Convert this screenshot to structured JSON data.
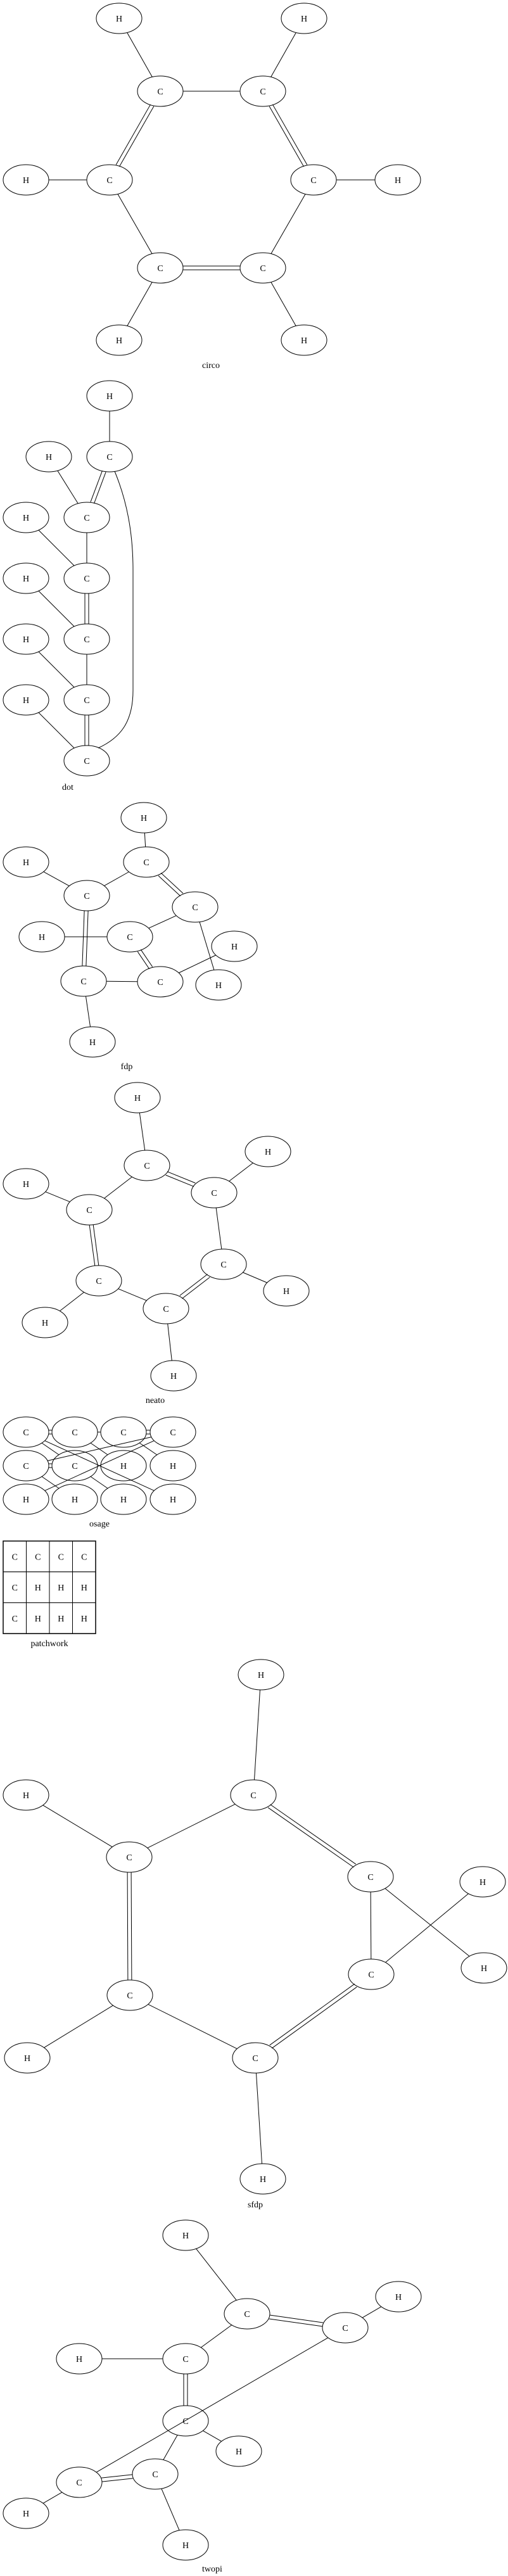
{
  "graphs": [
    {
      "label": "circo",
      "nodes": [
        "H",
        "H",
        "C",
        "C",
        "H",
        "C",
        "C",
        "H",
        "C",
        "C",
        "H",
        "H"
      ]
    },
    {
      "label": "dot",
      "nodes": [
        "H",
        "C",
        "H",
        "C",
        "H",
        "C",
        "H",
        "C",
        "H",
        "C",
        "H",
        "C"
      ]
    },
    {
      "label": "fdp",
      "nodes": [
        "H",
        "H",
        "C",
        "C",
        "C",
        "H",
        "C",
        "H",
        "C",
        "C",
        "H",
        "H"
      ]
    },
    {
      "label": "neato",
      "nodes": [
        "H",
        "C",
        "H",
        "C",
        "H",
        "C",
        "C",
        "H",
        "C",
        "C",
        "H",
        "H"
      ]
    },
    {
      "label": "osage",
      "nodes": [
        "C",
        "C",
        "C",
        "C",
        "C",
        "C",
        "H",
        "H",
        "H",
        "H",
        "H",
        "H"
      ]
    },
    {
      "label": "patchwork",
      "cells": [
        [
          "C",
          "C",
          "C",
          "C"
        ],
        [
          "C",
          "H",
          "H",
          "H"
        ],
        [
          "C",
          "H",
          "H",
          "H"
        ]
      ]
    },
    {
      "label": "sfdp",
      "nodes": [
        "H",
        "C",
        "H",
        "C",
        "C",
        "H",
        "C",
        "H",
        "C",
        "H",
        "C",
        "H"
      ]
    },
    {
      "label": "twopi",
      "nodes": [
        "H",
        "C",
        "C",
        "H",
        "H",
        "C",
        "C",
        "H",
        "C",
        "C",
        "H",
        "H"
      ]
    }
  ]
}
